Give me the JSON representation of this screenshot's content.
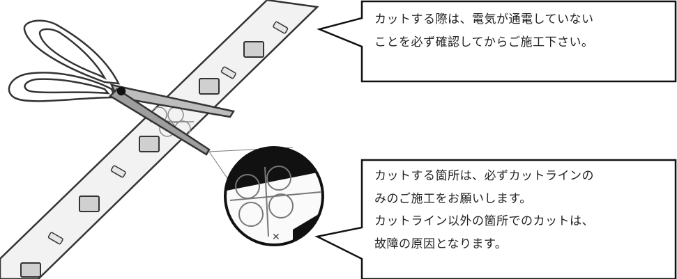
{
  "callouts": {
    "top": {
      "lines": [
        "カットする際は、電気が通電していない",
        "ことを必ず確認してからご施工下さい。"
      ]
    },
    "bottom": {
      "lines": [
        "カットする箇所は、必ずカットラインの",
        "みのご施工をお願いします。",
        "カットライン以外の箇所でのカットは、",
        "故障の原因となります。"
      ]
    }
  },
  "illustration": {
    "subjects": [
      "scissors-icon",
      "led-strip",
      "magnifier-circle"
    ],
    "colors": {
      "line": "#333333",
      "strip_fill": "#f2f2f2",
      "dark": "#111111",
      "pad_fill": "#e9e9e9"
    }
  }
}
